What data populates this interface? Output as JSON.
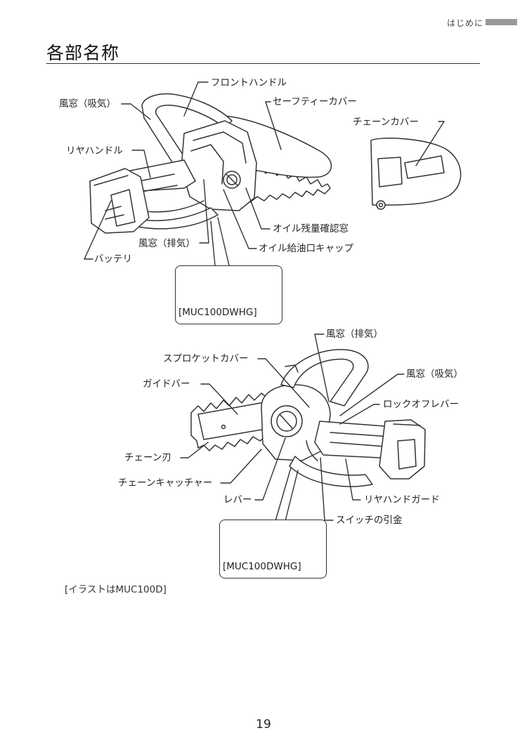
{
  "header": {
    "section_label": "はじめに"
  },
  "page_title": "各部名称",
  "figure1": {
    "labels": {
      "front_handle": "フロントハンドル",
      "air_vent_intake": "風窓（吸気）",
      "safety_cover": "セーフティーカバー",
      "chain_cover": "チェーンカバー",
      "rear_handle": "リヤハンドル",
      "oil_level_window": "オイル残量確認窓",
      "air_vent_exhaust": "風窓（排気）",
      "oil_cap": "オイル給油口キャップ",
      "battery": "バッテリ"
    },
    "inset_caption": "[MUC100DWHG]"
  },
  "figure2": {
    "labels": {
      "air_vent_exhaust": "風窓（排気）",
      "sprocket_cover": "スプロケットカバー",
      "air_vent_intake": "風窓（吸気）",
      "guide_bar": "ガイドバー",
      "lock_off_lever": "ロックオフレバー",
      "chain_blade": "チェーン刃",
      "chain_catcher": "チェーンキャッチャー",
      "lever": "レバー",
      "rear_handguard": "リヤハンドガード",
      "switch_trigger": "スイッチの引金"
    },
    "inset_caption": "[MUC100DWHG]"
  },
  "caption": "[イラストはMUC100D]",
  "page_number": "19"
}
